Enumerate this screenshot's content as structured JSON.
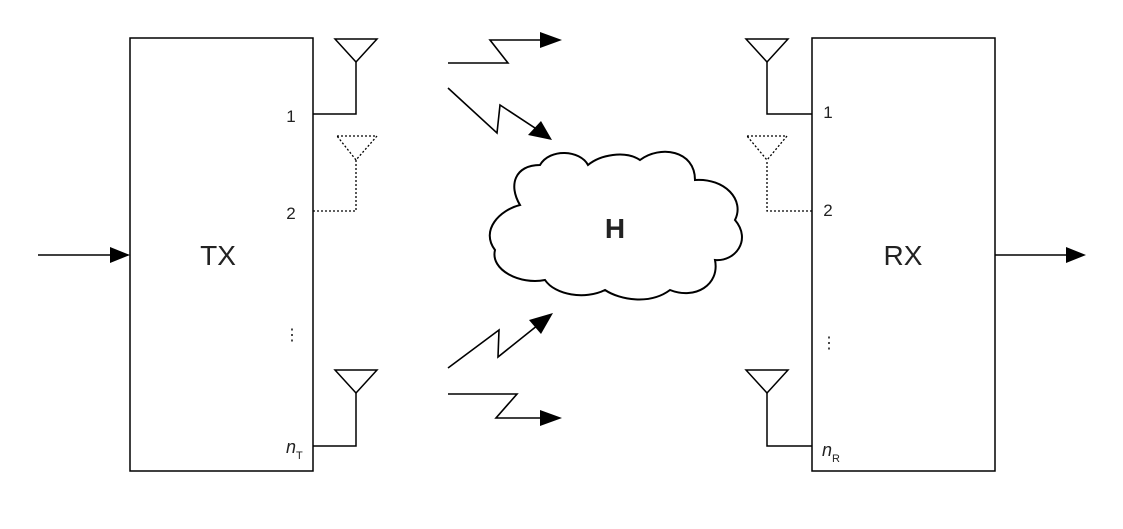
{
  "transmitter": {
    "label": "TX",
    "ports": [
      "1",
      "2"
    ],
    "ellipsis": "⋮",
    "last_port": {
      "symbol": "n",
      "subscript": "T"
    }
  },
  "receiver": {
    "label": "RX",
    "ports": [
      "1",
      "2"
    ],
    "ellipsis": "⋮",
    "last_port": {
      "symbol": "n",
      "subscript": "R"
    }
  },
  "channel": {
    "label": "H"
  }
}
